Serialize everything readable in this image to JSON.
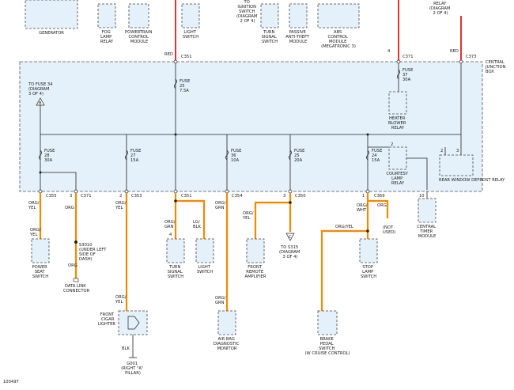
{
  "top_components": {
    "generator": "GENERATOR",
    "fog_lamp_relay": [
      "FOG",
      "LAMP",
      "RELAY"
    ],
    "pcm": [
      "POWERTRAIN",
      "CONTROL",
      "MODULE"
    ],
    "light_switch": [
      "LIGHT",
      "SWITCH"
    ],
    "ignition_switch": [
      "TO",
      "IGNITION",
      "SWITCH",
      "(DIAGRAM",
      "2 OF 4)"
    ],
    "turn_signal_switch": [
      "TURN",
      "SIGNAL",
      "SWITCH"
    ],
    "passive_anti_theft": [
      "PASSIVE",
      "ANTI-THEFT",
      "MODULE"
    ],
    "abs_module": [
      "ABS",
      "CONTROL",
      "MODULE",
      "(MEGATRONIC 3)"
    ],
    "relay_ref": [
      "RELAY",
      "(DIAGRAM",
      "2 OF 4)"
    ]
  },
  "central_junction_box": [
    "CENTRAL",
    "JUNCTION",
    "BOX"
  ],
  "top_wires": {
    "red_left": "RED",
    "c351_top": "C351",
    "pin4": "4",
    "c371_top": "C371",
    "red_right": "RED",
    "c373_top": "C373"
  },
  "fuses": [
    {
      "name": "FUSE",
      "num": "25",
      "amp": "7.5A"
    },
    {
      "name": "FUSE",
      "num": "37",
      "amp": "30A"
    },
    {
      "name": "FUSE",
      "num": "28",
      "amp": "30A"
    },
    {
      "name": "FUSE",
      "num": "27",
      "amp": "15A"
    },
    {
      "name": "FUSE",
      "num": "36",
      "amp": "10A"
    },
    {
      "name": "FUSE",
      "num": "25",
      "amp": "20A"
    },
    {
      "name": "FUSE",
      "num": "24",
      "amp": "15A"
    }
  ],
  "to_fuse_34": [
    "TO FUSE 34",
    "(DIAGRAM",
    "3 OF 4)"
  ],
  "ref_b": "B",
  "ref_c": "C",
  "heater_blower_relay": [
    "HEATER",
    "BLOWER",
    "RELAY"
  ],
  "courtesy_lamp_relay": [
    "COURTESY",
    "LAMP",
    "RELAY"
  ],
  "rear_window_defrost_relay": "REAR WINDOW DEFROST RELAY",
  "pins": {
    "p1": "1",
    "p2": "2",
    "p3": "3",
    "p4": "4",
    "p10": "10"
  },
  "connectors": {
    "c355": "C355",
    "c371": "C371",
    "c353": "C353",
    "c351": "C351",
    "c354": "C354",
    "c350": "C350",
    "c369": "C369"
  },
  "wire_colors": {
    "org_yel": [
      "ORG/",
      "YEL"
    ],
    "org": "ORG",
    "org_grn": [
      "ORG/",
      "GRN"
    ],
    "lg_blk": [
      "LG/",
      "BLK"
    ],
    "org_wht": [
      "ORG/",
      "WHT"
    ],
    "org_yel_inline": "ORG/YEL",
    "blk": "BLK"
  },
  "splices": {
    "s3010": [
      "S3010",
      "(UNDER LEFT",
      "SIDE OF",
      "DASH)"
    ],
    "to_s315": [
      "TO S315",
      "(DIAGRAM",
      "3 OF 4)"
    ],
    "g001": [
      "G001",
      "(RIGHT \"A\"",
      "PILLAR)"
    ]
  },
  "bottom_components": {
    "power_seat": [
      "POWER",
      "SEAT",
      "SWITCH"
    ],
    "data_link": [
      "DATA LINK",
      "CONNECTOR"
    ],
    "cigar_lighter": [
      "FRONT",
      "CIGAR",
      "LIGHTER"
    ],
    "turn_signal": [
      "TURN",
      "SIGNAL",
      "SWITCH"
    ],
    "light_switch": [
      "LIGHT",
      "SWITCH"
    ],
    "air_bag": [
      "AIR BAG",
      "DIAGNOSTIC",
      "MONITOR"
    ],
    "front_remote_amp": [
      "FRONT",
      "REMOTE",
      "AMPLIFIER"
    ],
    "stop_lamp": [
      "STOP",
      "LAMP",
      "SWITCH"
    ],
    "not_used": [
      "(NOT",
      "USED)"
    ],
    "central_timer": [
      "CENTRAL",
      "TIMER",
      "MODULE"
    ],
    "brake_pedal": [
      "BRAKE",
      "PEDAL",
      "SWITCH",
      "(W CRUISE CONTROL)"
    ]
  },
  "diagram_id": "100497",
  "colors": {
    "panel": "#e4f1fb",
    "orange_wire": "#f08a00",
    "red_wire": "#e01b1b"
  }
}
